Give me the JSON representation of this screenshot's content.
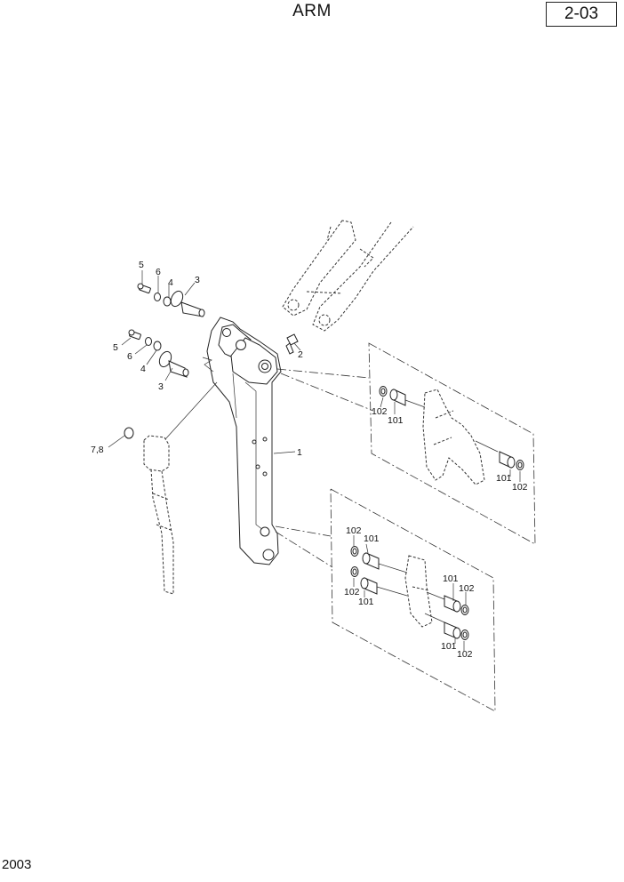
{
  "header": {
    "title": "ARM",
    "page_number": "2-03"
  },
  "footer": {
    "code": "2003"
  },
  "callouts": {
    "c1": "1",
    "c2": "2",
    "c3a": "3",
    "c3b": "3",
    "c4a": "4",
    "c4b": "4",
    "c5a": "5",
    "c5b": "5",
    "c6a": "6",
    "c6b": "6",
    "c78": "7,8",
    "u101a": "101",
    "u102a": "102",
    "u101b": "101",
    "u102b": "102",
    "l102a": "102",
    "l101a": "101",
    "l102b": "102",
    "l101b": "101",
    "l101c": "101",
    "l102c": "102",
    "l101d": "101",
    "l102d": "102"
  }
}
